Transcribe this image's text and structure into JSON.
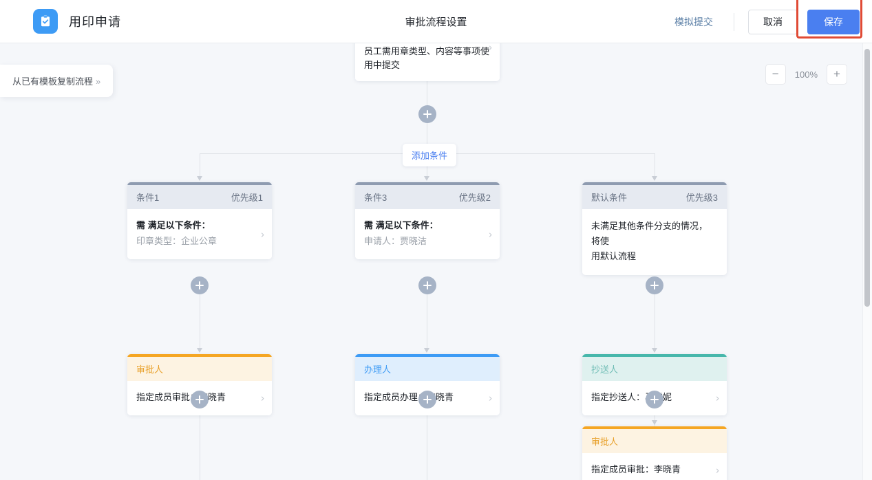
{
  "header": {
    "app_title": "用印申请",
    "app_icon": "clipboard-check-icon",
    "center_title": "审批流程设置",
    "sim_submit": "模拟提交",
    "cancel": "取消",
    "save": "保存",
    "save_highlight_color": "#e04a35",
    "primary_color": "#4a7ff0"
  },
  "toolbar": {
    "copy_template": "从已有模板复制流程",
    "copy_template_chevron": "»",
    "zoom_out": "−",
    "zoom_level": "100%",
    "zoom_in": "+"
  },
  "flow": {
    "add_condition": "添加条件",
    "plus_label": "+",
    "start_node": {
      "line_clipped": "员工需用章类型、内容等事项使",
      "line_visible": "用中提交",
      "chevron": "›"
    },
    "branches": [
      {
        "condition": {
          "name": "条件1",
          "priority": "优先级1",
          "line1": "需 满足以下条件：",
          "line2": "印章类型：企业公章",
          "chevron": "›"
        },
        "nodes": [
          {
            "type": "approver",
            "header": "审批人",
            "body": "指定成员审批：李晓青",
            "chevron": "›",
            "accent": "#f5a623"
          }
        ]
      },
      {
        "condition": {
          "name": "条件3",
          "priority": "优先级2",
          "line1": "需 满足以下条件：",
          "line2": "申请人：贾晓洁",
          "chevron": "›"
        },
        "nodes": [
          {
            "type": "handler",
            "header": "办理人",
            "body": "指定成员办理：李晓青",
            "chevron": "›",
            "accent": "#3d9bf5"
          }
        ]
      },
      {
        "condition": {
          "name": "默认条件",
          "priority": "优先级3",
          "line1": "未满足其他条件分支的情况，将使",
          "line2": "用默认流程",
          "chevron": ""
        },
        "nodes": [
          {
            "type": "cc",
            "header": "抄送人",
            "body": "指定抄送人：马雪妮",
            "chevron": "›",
            "accent": "#47b7ab"
          },
          {
            "type": "approver",
            "header": "审批人",
            "body": "指定成员审批：李晓青",
            "chevron": "›",
            "accent": "#f5a623"
          }
        ]
      }
    ]
  }
}
